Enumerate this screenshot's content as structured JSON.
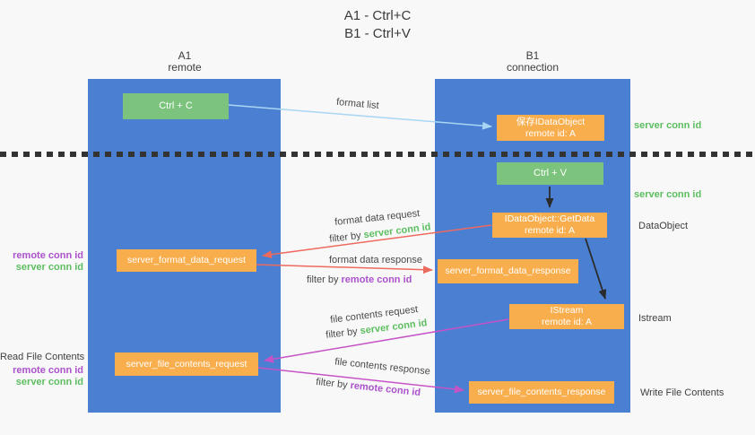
{
  "title": {
    "line1": "A1 - Ctrl+C",
    "line2": "B1 - Ctrl+V"
  },
  "lanes": {
    "a": {
      "id": "A1",
      "name": "remote"
    },
    "b": {
      "id": "B1",
      "name": "connection"
    }
  },
  "nodes": {
    "ctrl_c": {
      "label": "Ctrl + C"
    },
    "save_idataobject": {
      "line1": "保存IDataObject",
      "line2": "remote id: A"
    },
    "ctrl_v": {
      "label": "Ctrl + V"
    },
    "getdata": {
      "line1": "IDataObject::GetData",
      "line2": "remote id: A"
    },
    "format_request": {
      "label": "server_format_data_request"
    },
    "format_response": {
      "label": "server_format_data_response"
    },
    "istream": {
      "line1": "IStream",
      "line2": "remote id: A"
    },
    "file_request": {
      "label": "server_file_contents_request"
    },
    "file_response": {
      "label": "server_file_contents_response"
    }
  },
  "edges": {
    "format_list": {
      "label": "format list"
    },
    "format_data_request": {
      "label": "format data request",
      "filter_prefix": "filter by ",
      "filter_key": "server conn id"
    },
    "format_data_response": {
      "label": "format data response",
      "filter_prefix": "filter by ",
      "filter_key": "remote conn id"
    },
    "file_contents_request": {
      "label": "file contents request",
      "filter_prefix": "filter by ",
      "filter_key": "server conn id"
    },
    "file_contents_response": {
      "label": "file contents response",
      "filter_prefix": "filter by ",
      "filter_key": "remote conn id"
    }
  },
  "annotations": {
    "right": {
      "server_conn_id_top": "server conn id",
      "server_conn_id_mid": "server conn id",
      "dataobject": "DataObject",
      "istream": "Istream",
      "write_file": "Write File Contents"
    },
    "left": {
      "remote_conn_id_1": "remote conn id",
      "server_conn_id_1": "server conn id",
      "read_file": "Read File Contents",
      "remote_conn_id_2": "remote conn id",
      "server_conn_id_2": "server conn id"
    }
  },
  "colors": {
    "lane_blue": "#4a7fd2",
    "action_green": "#7cc47d",
    "message_orange": "#f9ae4d",
    "server_conn_green": "#5cbe60",
    "remote_conn_purple": "#ab52cc",
    "request_red": "#ee6a5f",
    "file_magenta": "#c653c6",
    "format_list_blue": "#a8d6f3",
    "black_arrow": "#2b2b2b"
  }
}
